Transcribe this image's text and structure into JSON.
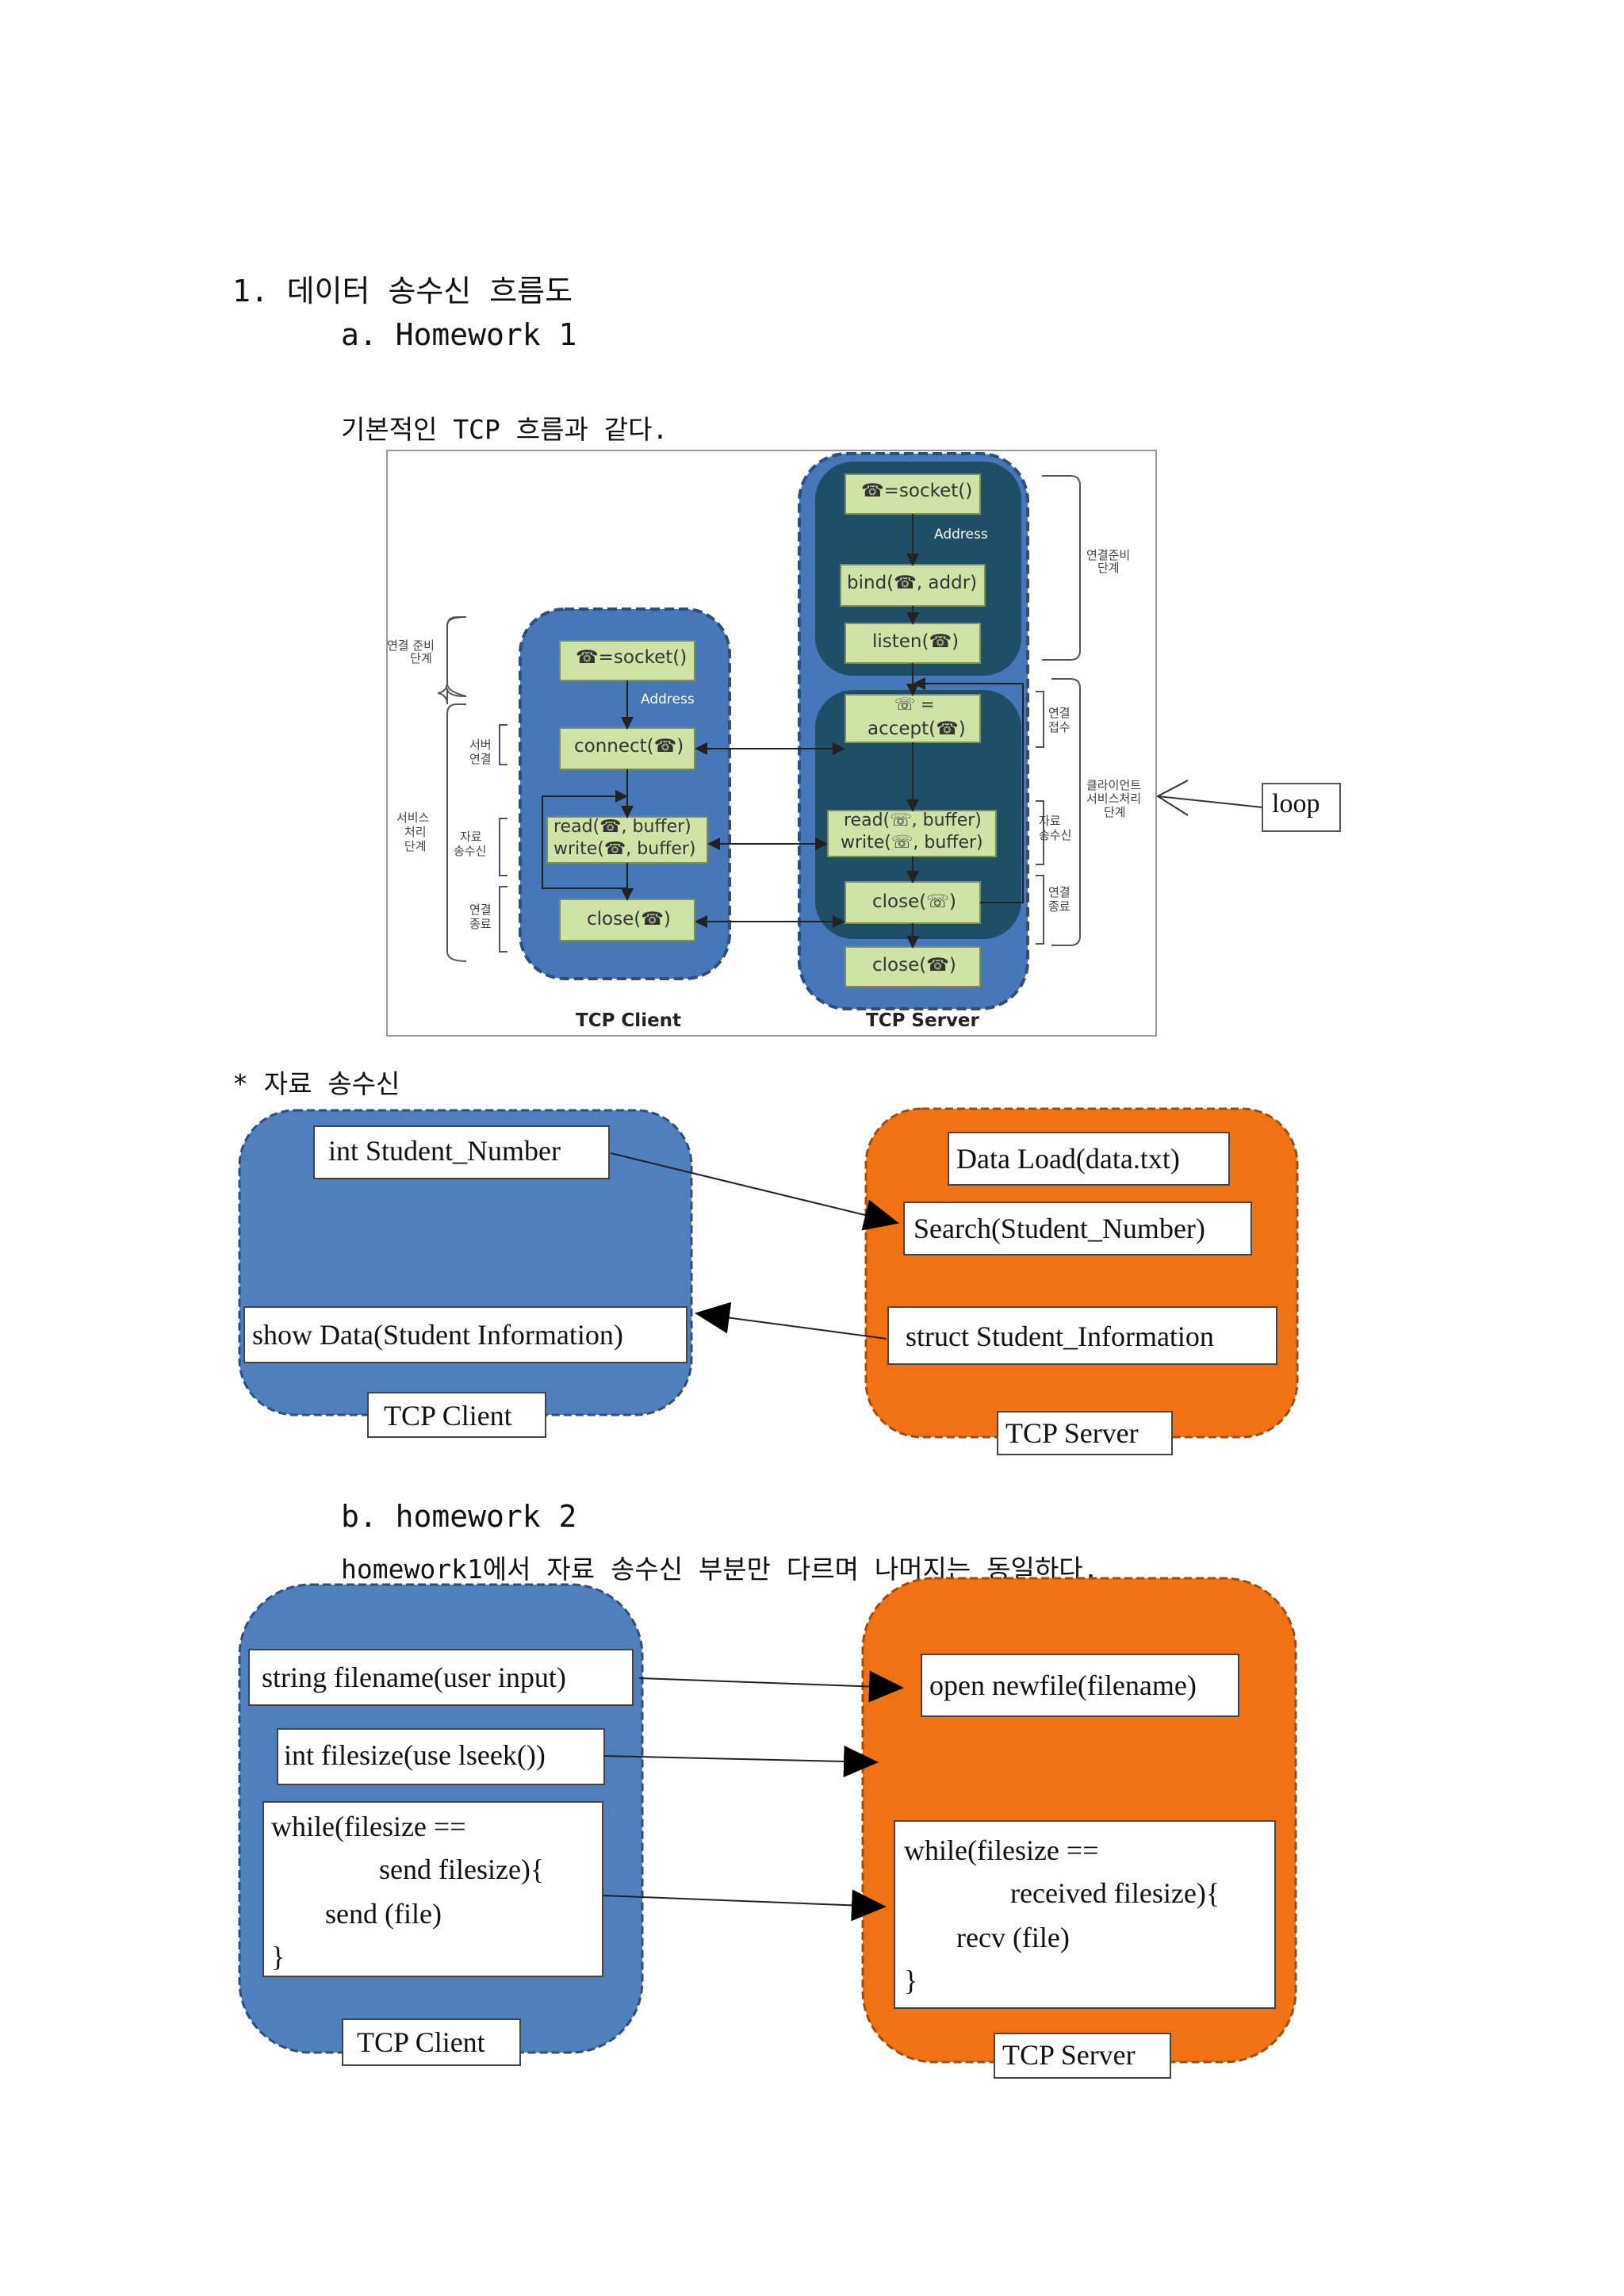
{
  "headings": {
    "section1": "1. 데이터 송수신 흐름도",
    "hw1": "a. Homework 1",
    "hw1_desc": "기본적인 TCP 흐름과 같다.",
    "data_label": "* 자료 송수신",
    "hw2": "b. homework 2",
    "hw2_desc": "homework1에서 자료 송수신 부분만 다르며 나머지는 동일하다."
  },
  "tcp_figure": {
    "server": {
      "socket": "☎=socket()",
      "address": "Address",
      "bind": "bind(☎, addr)",
      "listen": "listen(☎)",
      "accept_top": "☏ =",
      "accept": "accept(☎)",
      "read": "read(☏, buffer)",
      "write": "write(☏, buffer)",
      "close_client": "close(☏)",
      "close": "close(☎)",
      "label": "TCP Server"
    },
    "client": {
      "socket": "☎=socket()",
      "address": "Address",
      "connect": "connect(☎)",
      "read": "read(☎, buffer)",
      "write": "write(☎, buffer)",
      "close": "close(☎)",
      "label": "TCP Client"
    },
    "left_labels": {
      "prep_1": "연결 준비",
      "prep_2": "단계",
      "service_1": "서비스",
      "service_2": "처리",
      "service_3": "단계",
      "server_conn_1": "서버",
      "server_conn_2": "연결",
      "data_1": "자료",
      "data_2": "송수신",
      "end_1": "연결",
      "end_2": "종료"
    },
    "right_labels": {
      "prep_1": "연결준비",
      "prep_2": "단계",
      "accept_1": "연결",
      "accept_2": "접수",
      "data_1": "자료",
      "data_2": "송수신",
      "end_1": "연결",
      "end_2": "종료",
      "client_1": "클라이언트",
      "client_2": "서비스처리",
      "client_3": "단계"
    },
    "loop": "loop"
  },
  "hw1_diagram": {
    "client_number": "int Student_Number",
    "client_show": "show Data(Student Information)",
    "client_label": "TCP Client",
    "server_load": "Data Load(data.txt)",
    "server_search": "Search(Student_Number)",
    "server_struct": "struct Student_Information",
    "server_label": "TCP Server"
  },
  "hw2_diagram": {
    "client_filename": "string filename(user input)",
    "client_filesize": "int filesize(use lseek())",
    "client_loop_1": "while(filesize ==",
    "client_loop_2": "send filesize){",
    "client_loop_3": "send (file)",
    "client_loop_4": "}",
    "client_label": "TCP Client",
    "server_open": "open newfile(filename)",
    "server_loop_1": "while(filesize ==",
    "server_loop_2": "received filesize){",
    "server_loop_3": "recv (file)",
    "server_loop_4": "}",
    "server_label": "TCP Server"
  },
  "colors": {
    "client_blue": "#4f7fbd",
    "server_orange": "#f07213",
    "fig_blue": "#4677b8",
    "fig_teal": "#1f4f66",
    "fig_box": "#cfe3a6"
  }
}
